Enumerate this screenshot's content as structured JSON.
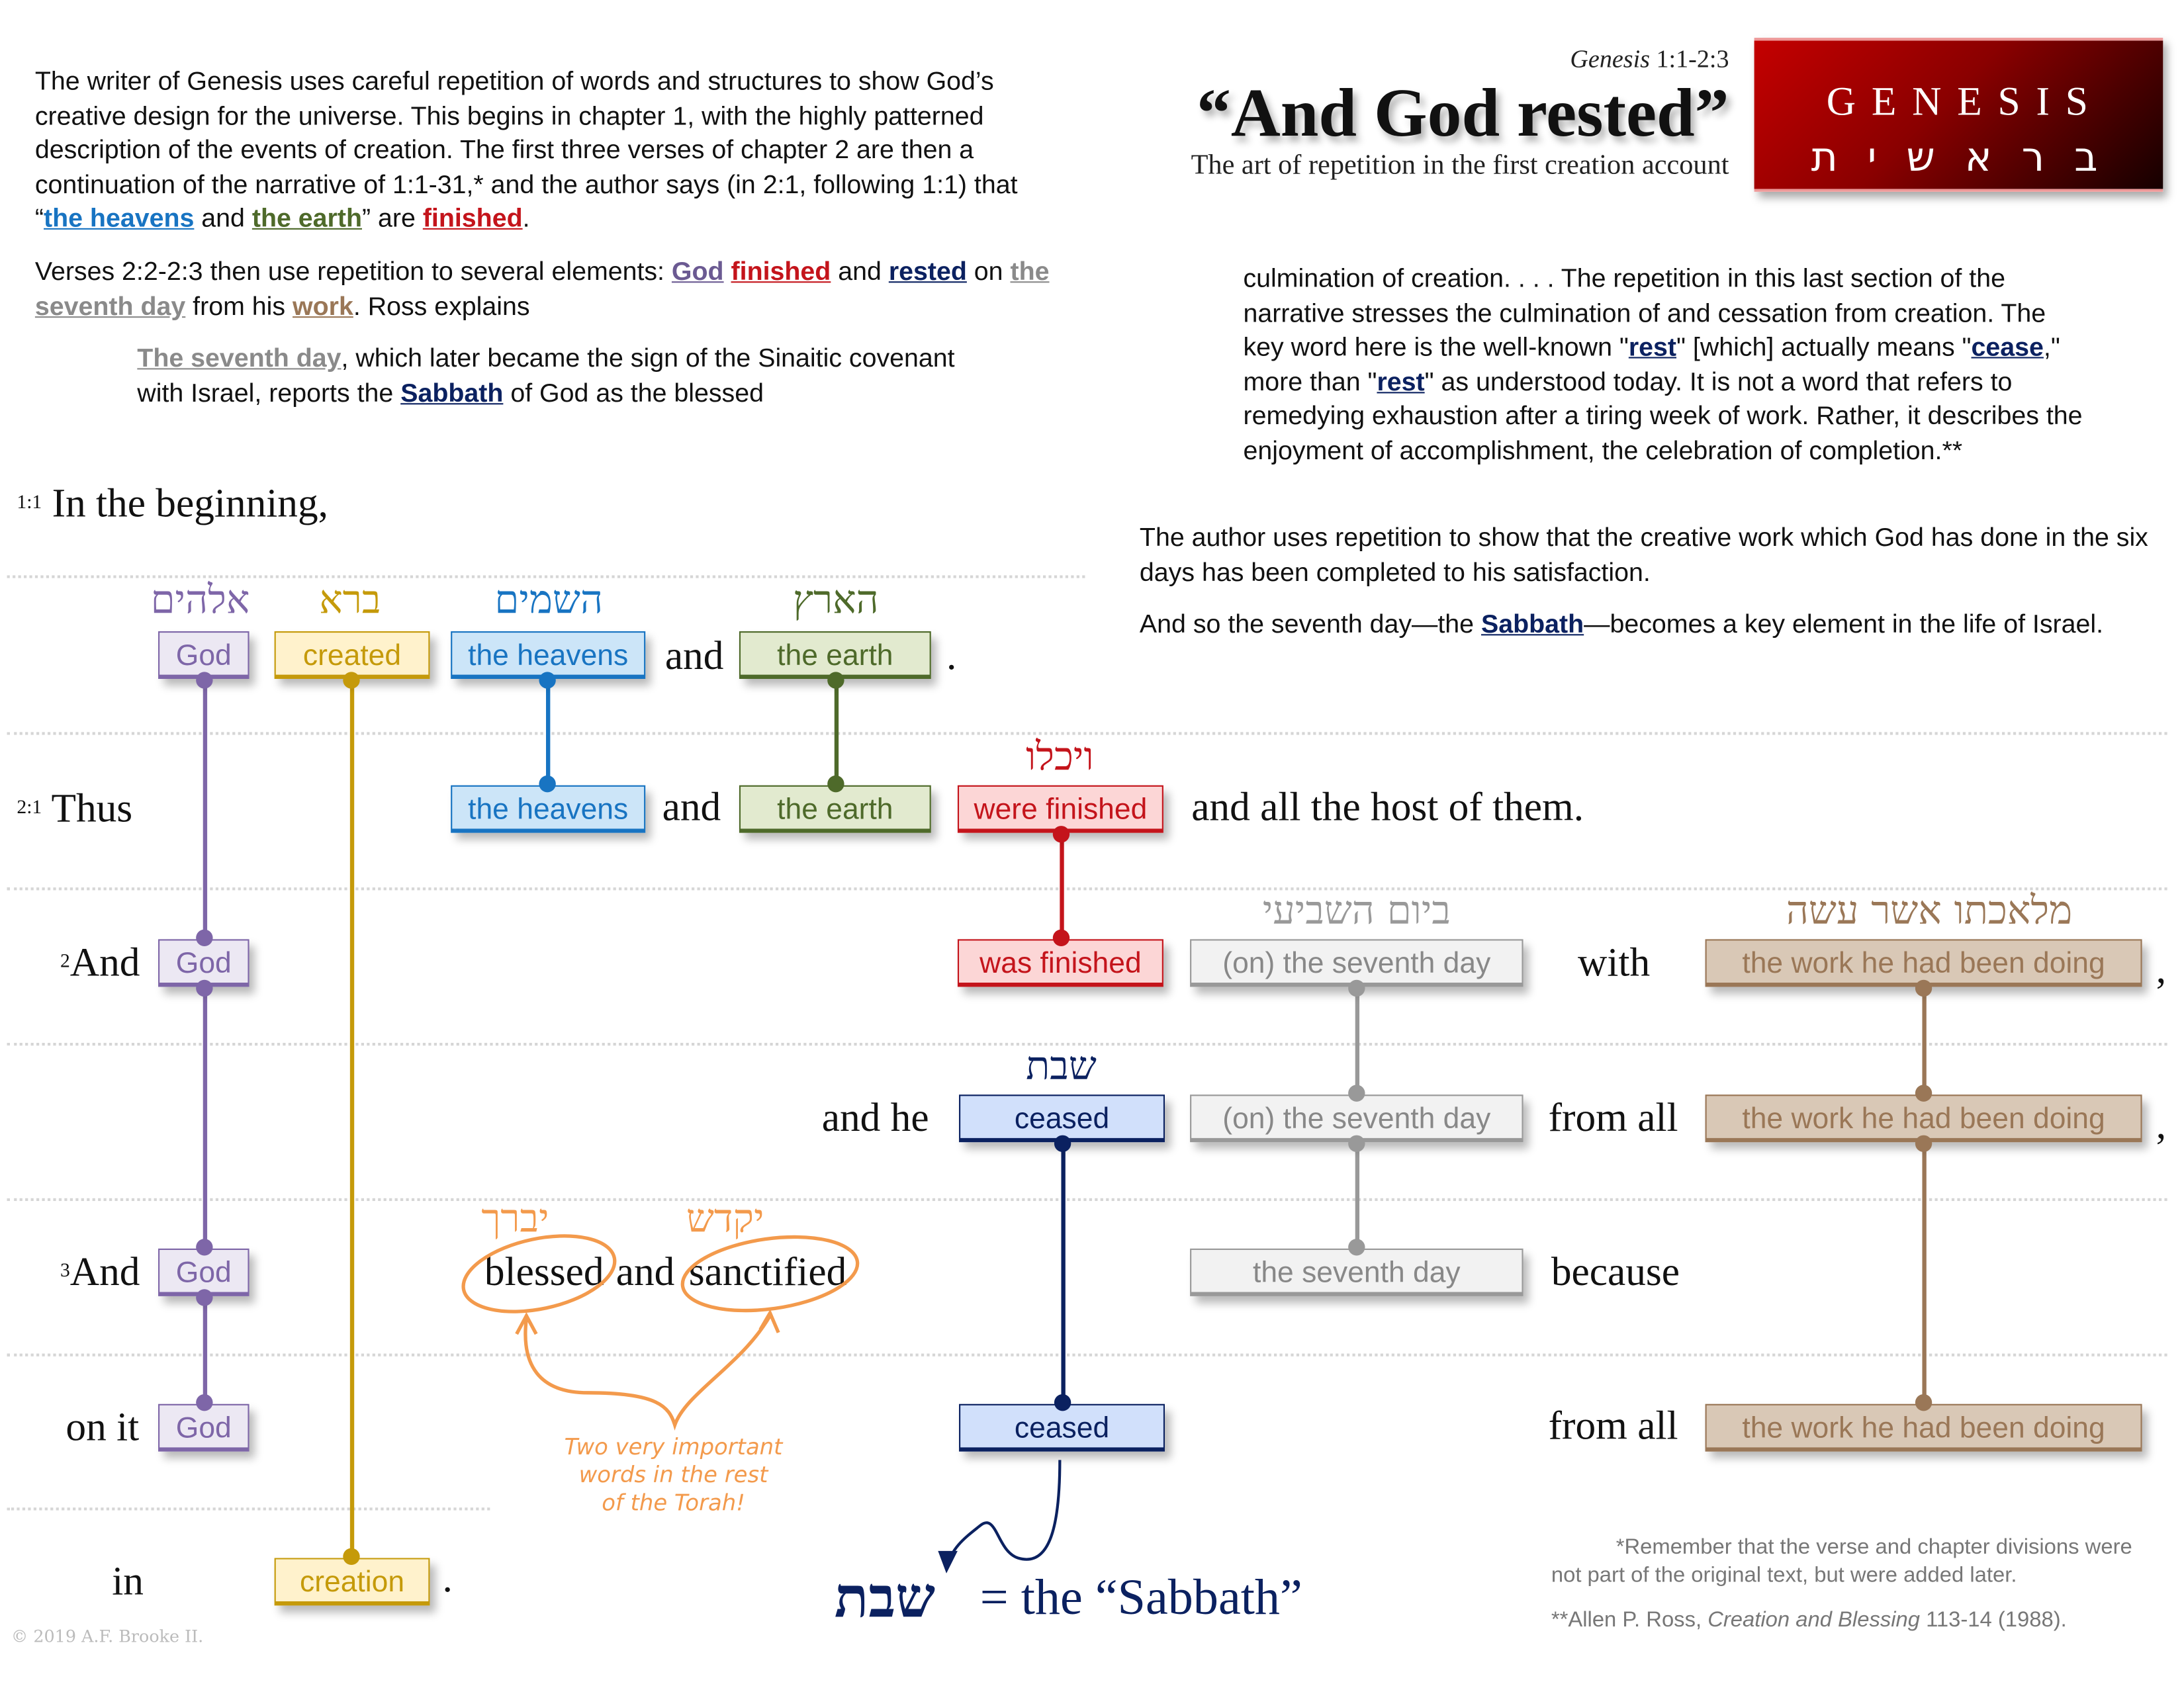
{
  "header": {
    "reference_book": "Genesis",
    "reference_verses": "1:1-2:3",
    "title": "“And God rested”",
    "subtitle": "The art of repetition in the first creation account",
    "badge_latin": "G E N E S I S",
    "badge_hebrew": "ב ר א ש י ת"
  },
  "intro": {
    "p1": [
      "The writer of Genesis uses careful repetition of words and structures to show God’s creative design for the universe. This begins in chapter 1, with the highly patterned description of the events of creation. The first three verses of chapter 2 are then a continuation of the narrative of 1:1-31,* and the author says (in 2:1, following 1:1) that “",
      "the heavens",
      " and ",
      "the earth",
      "” are ",
      "finished",
      "."
    ],
    "p2": [
      "Verses 2:2-2:3 then use repetition to several elements: ",
      "God",
      " ",
      "finished",
      " and ",
      "rested",
      " on ",
      "the seventh day",
      " from his ",
      "work",
      ". Ross explains"
    ],
    "quote": [
      "The seventh day",
      ", which later became the sign of the Sinaitic covenant with Israel, reports the ",
      "Sabbath",
      " of God as the blessed"
    ]
  },
  "right": {
    "quote": [
      "culmination of creation. . . . The repetition in this last section of the narrative stresses the culmination of and cessation from creation. The key word here is the well-known \"",
      "rest",
      "\" [which] actually means \"",
      "cease",
      ",\" more than \"",
      "rest",
      "\" as understood today. It is not a word that refers to remedying exhaustion after a tiring week of work. Rather, it describes the enjoyment of accomplishment, the celebration of completion.**"
    ],
    "p1": "The author uses repetition to show that the creative work which God has done in the six days has been completed to his satisfaction.",
    "p2": [
      "And so the seventh day—the ",
      "Sabbath",
      "—becomes a key element in the life of Israel."
    ]
  },
  "diagram": {
    "v1_1": {
      "num": "1:1",
      "text": "In the beginning,"
    },
    "hebrew": {
      "elohim": "אלהים",
      "bara": "ברא",
      "hashamayim": "השמים",
      "haaretz": "הארץ",
      "vaychulu": "ויכלו",
      "bayom": "ביום השביעי",
      "melachto": "מלאכתו אשר עשה",
      "shabat": "שבת",
      "yevarech": "יברך",
      "yekadesh": "יקדש"
    },
    "row1": {
      "god": "God",
      "created": "created",
      "heavens": "the heavens",
      "and": "and",
      "earth": "the earth",
      "period": "."
    },
    "row2": {
      "num": "2:1",
      "lead": "Thus",
      "heavens": "the heavens",
      "and": "and",
      "earth": "the earth",
      "finished": "were finished",
      "tail": "and all the host of them."
    },
    "row3": {
      "num": "2",
      "lead": "And",
      "god": "God",
      "finished": "was finished",
      "day": "(on) the seventh day",
      "with": "with",
      "work": "the work he had been doing",
      "comma": ","
    },
    "row4": {
      "lead": "and he",
      "ceased": "ceased",
      "day": "(on) the seventh day",
      "from": "from all",
      "work": "the work he had been doing",
      "comma": ","
    },
    "row5": {
      "num": "3",
      "lead": "And",
      "god": "God",
      "blessed": "blessed",
      "and": "and",
      "sanctified": "sanctified",
      "day": "the seventh day",
      "because": "because"
    },
    "row6": {
      "lead": "on it",
      "god": "God",
      "ceased": "ceased",
      "from": "from all",
      "work": "the work he had been doing"
    },
    "row7": {
      "lead": "in",
      "creation": "creation",
      "period": "."
    },
    "note": [
      "Two very important",
      "words in the rest",
      "of the Torah!"
    ],
    "sabbath": {
      "hebrew": "שבת",
      "equals": "= the “Sabbath”"
    }
  },
  "footnotes": {
    "f1": [
      "*Remember that the verse and chapter divisions were",
      "not part of the original text, but were added later."
    ],
    "f2_pre": "**Allen P. Ross, ",
    "f2_title": "Creation and Blessing",
    "f2_post": " 113-14 (1988)."
  },
  "copyright": "© 2019 A.F. Brooke II.",
  "colors": {
    "god": "#7e66a8",
    "created": "#c59a0a",
    "heavens": "#1874c2",
    "earth": "#4e6a2a",
    "finished": "#c4141b",
    "seventh_day": "#999999",
    "ceased": "#0b2160",
    "work": "#9a7757",
    "note": "#f39a4c",
    "badge": "#b00000"
  }
}
